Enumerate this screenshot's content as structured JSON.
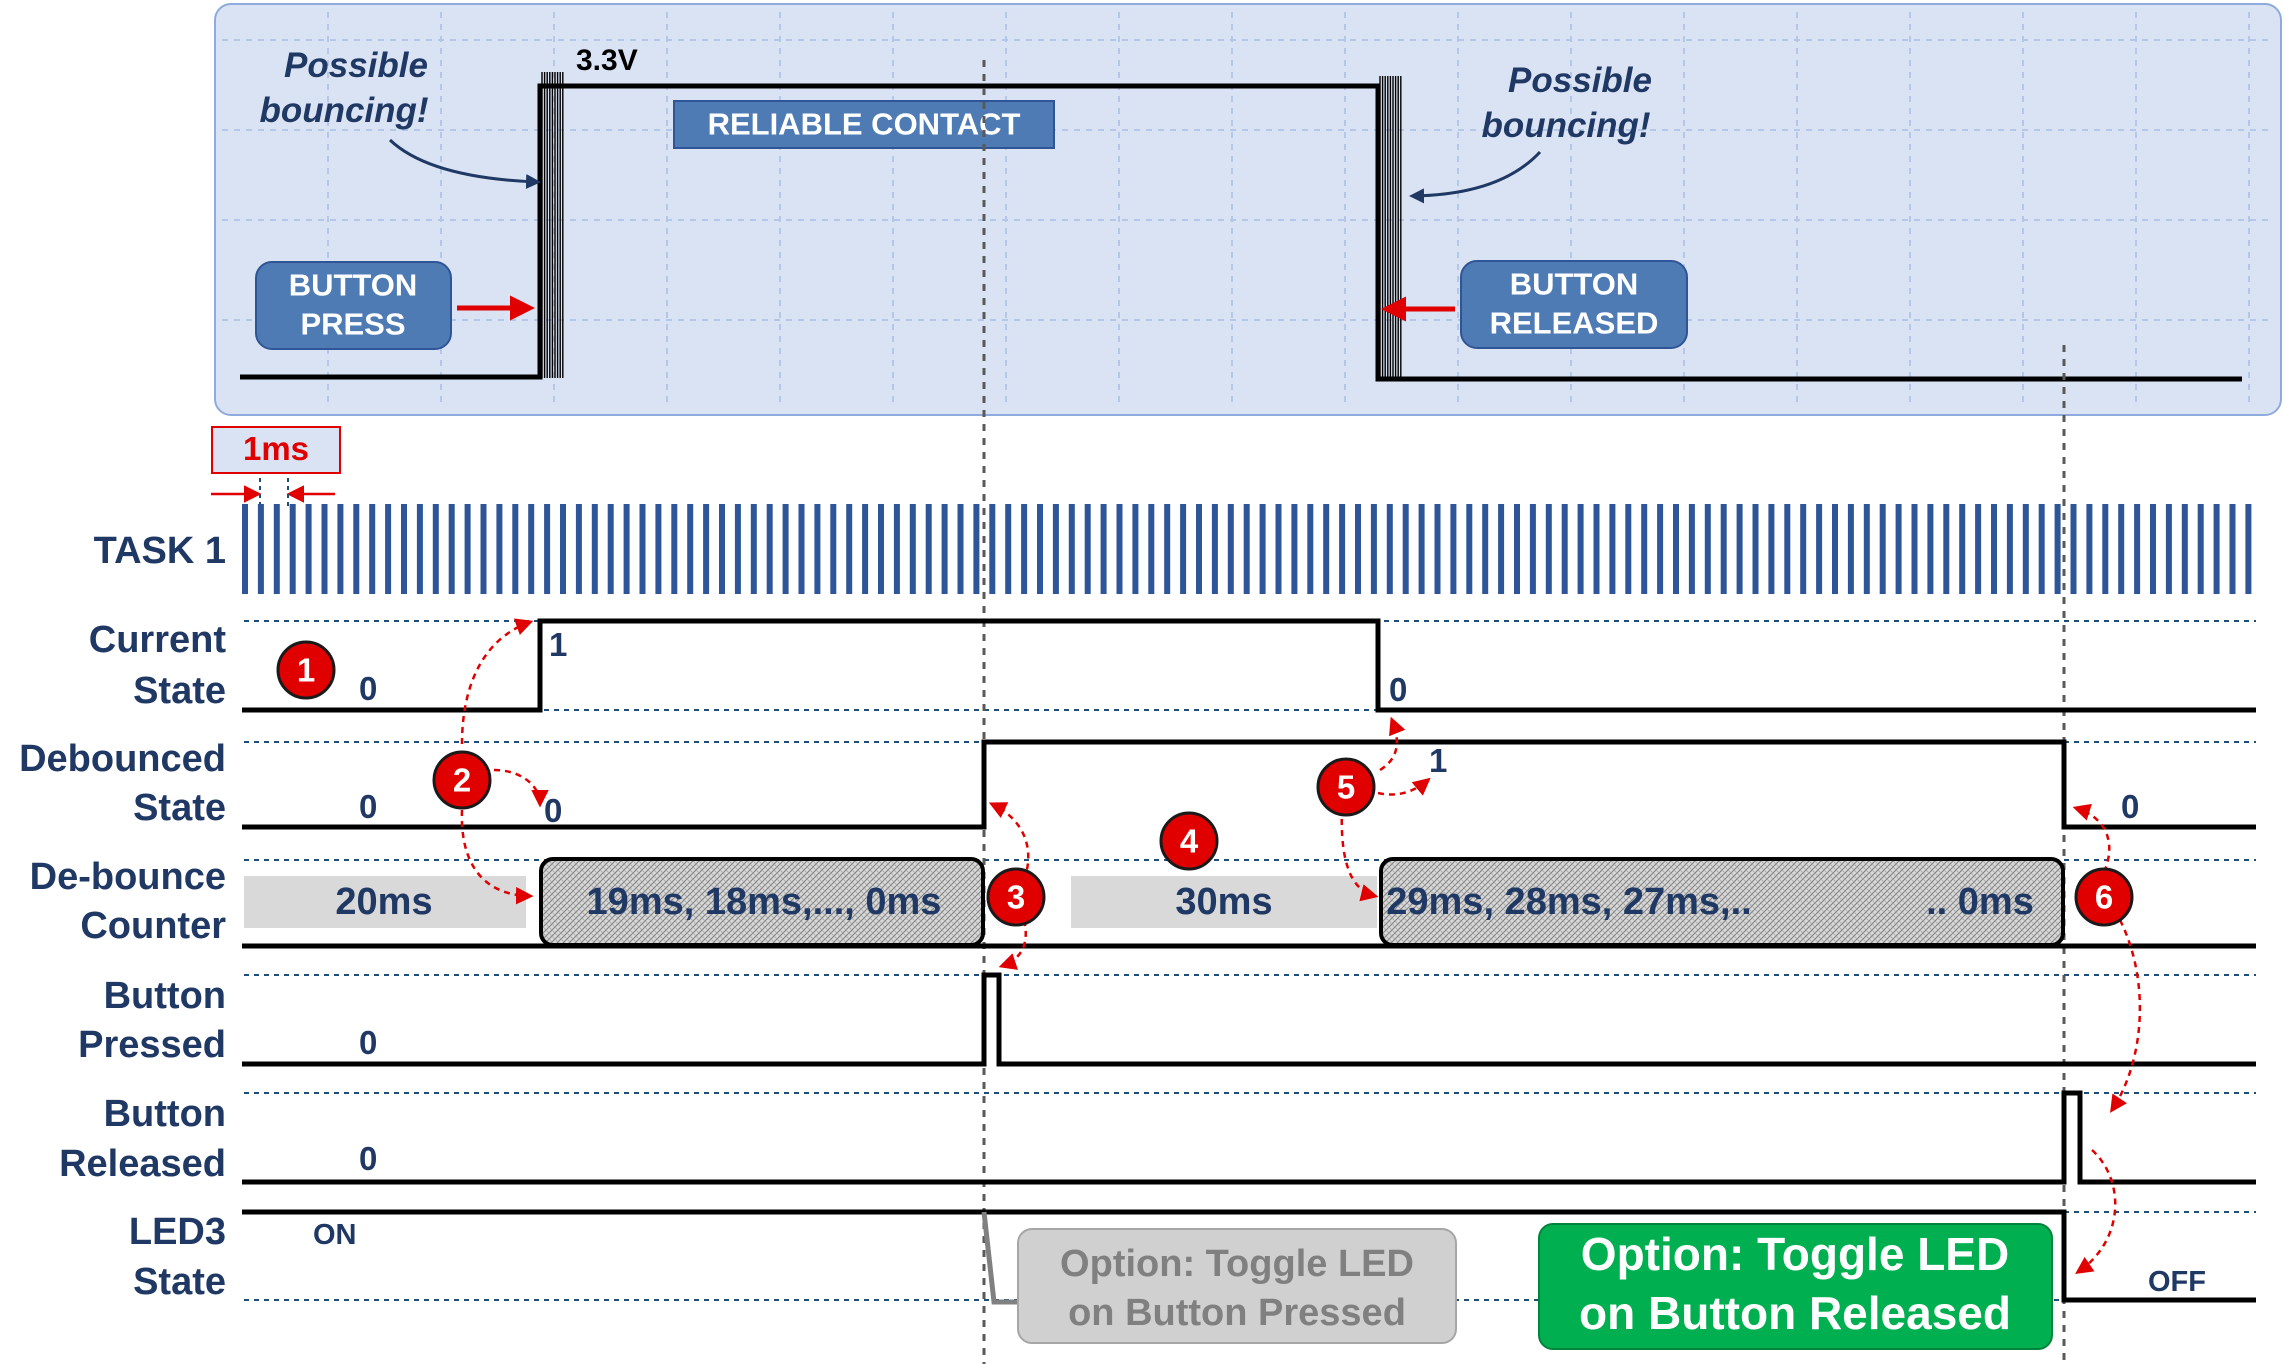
{
  "colors": {
    "navy": "#1f3864",
    "panel_fill": "#dae3f3",
    "badge_fill": "#4f7bb5",
    "task_bar": "#2e5597",
    "red": "#e00000",
    "green": "#00b050",
    "gray_note": "#d0d0d0",
    "gray_text": "#808080"
  },
  "top_panel": {
    "voltage_label": "3.3V",
    "reliable_contact": "RELIABLE CONTACT",
    "press_badge": [
      "BUTTON",
      "PRESS"
    ],
    "release_badge": [
      "BUTTON",
      "RELEASED"
    ],
    "bounce_note_left": [
      "Possible",
      "bouncing!"
    ],
    "bounce_note_right": [
      "Possible",
      "bouncing!"
    ]
  },
  "tick_label": "1ms",
  "rows": {
    "task": "TASK 1",
    "current_state": [
      "Current",
      "State"
    ],
    "debounced_state": [
      "Debounced",
      "State"
    ],
    "debounce_counter": [
      "De-bounce",
      "Counter"
    ],
    "button_pressed": [
      "Button",
      "Pressed"
    ],
    "button_released": [
      "Button",
      "Released"
    ],
    "led3_state": [
      "LED3",
      "State"
    ]
  },
  "values": {
    "current_initial": "0",
    "current_high": "1",
    "current_after": "0",
    "debounced_initial": "0",
    "debounced_mid": "0",
    "debounced_high": "1",
    "debounced_final": "0",
    "pressed_initial": "0",
    "released_initial": "0",
    "led_on": "ON",
    "led_off": "OFF"
  },
  "counter": {
    "idle1": "20ms",
    "count1": "19ms, 18ms,..., 0ms",
    "idle2": "30ms",
    "count2_left": "29ms, 28ms, 27ms,..",
    "count2_right": ".. 0ms"
  },
  "steps": [
    "1",
    "2",
    "3",
    "4",
    "5",
    "6"
  ],
  "notes": {
    "toggle_pressed": [
      "Option: Toggle LED",
      "on Button Pressed"
    ],
    "toggle_released": [
      "Option: Toggle LED",
      "on Button Released"
    ]
  }
}
